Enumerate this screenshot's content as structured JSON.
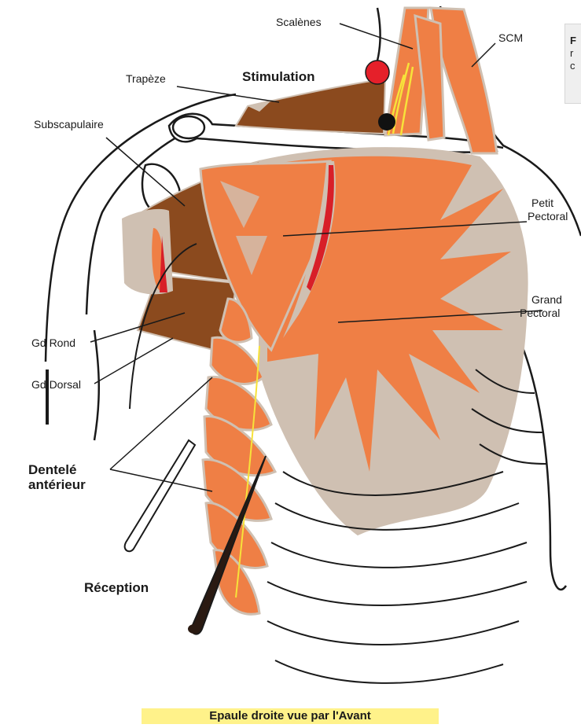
{
  "labels": {
    "scalenes": "Scalènes",
    "scm": "SCM",
    "trapeze": "Trapèze",
    "stimulation": "Stimulation",
    "subscapulaire": "Subscapulaire",
    "petit_pectoral": [
      "Petit",
      "Pectoral"
    ],
    "grand_pectoral": [
      "Grand",
      "Pectoral"
    ],
    "gd_rond": "Gd Rond",
    "gd_dorsal": "Gd Dorsal",
    "dentele": [
      "Dentelé",
      "antérieur"
    ],
    "reception": "Réception"
  },
  "note": [
    "F",
    "r",
    "c"
  ],
  "caption": "Epaule droite vue par l'Avant",
  "colors": {
    "muscle_orange": "#ef7f45",
    "muscle_brown": "#8b4a1e",
    "tendon_beige": "#cfc0b2",
    "nerve_yellow": "#f7e23a",
    "vessel_red": "#d81f28",
    "stim_dot": "#e5202a",
    "caption_bg": "#fff28a"
  },
  "icons": [
    "stimulation-electrode-dot",
    "reception-needle"
  ]
}
